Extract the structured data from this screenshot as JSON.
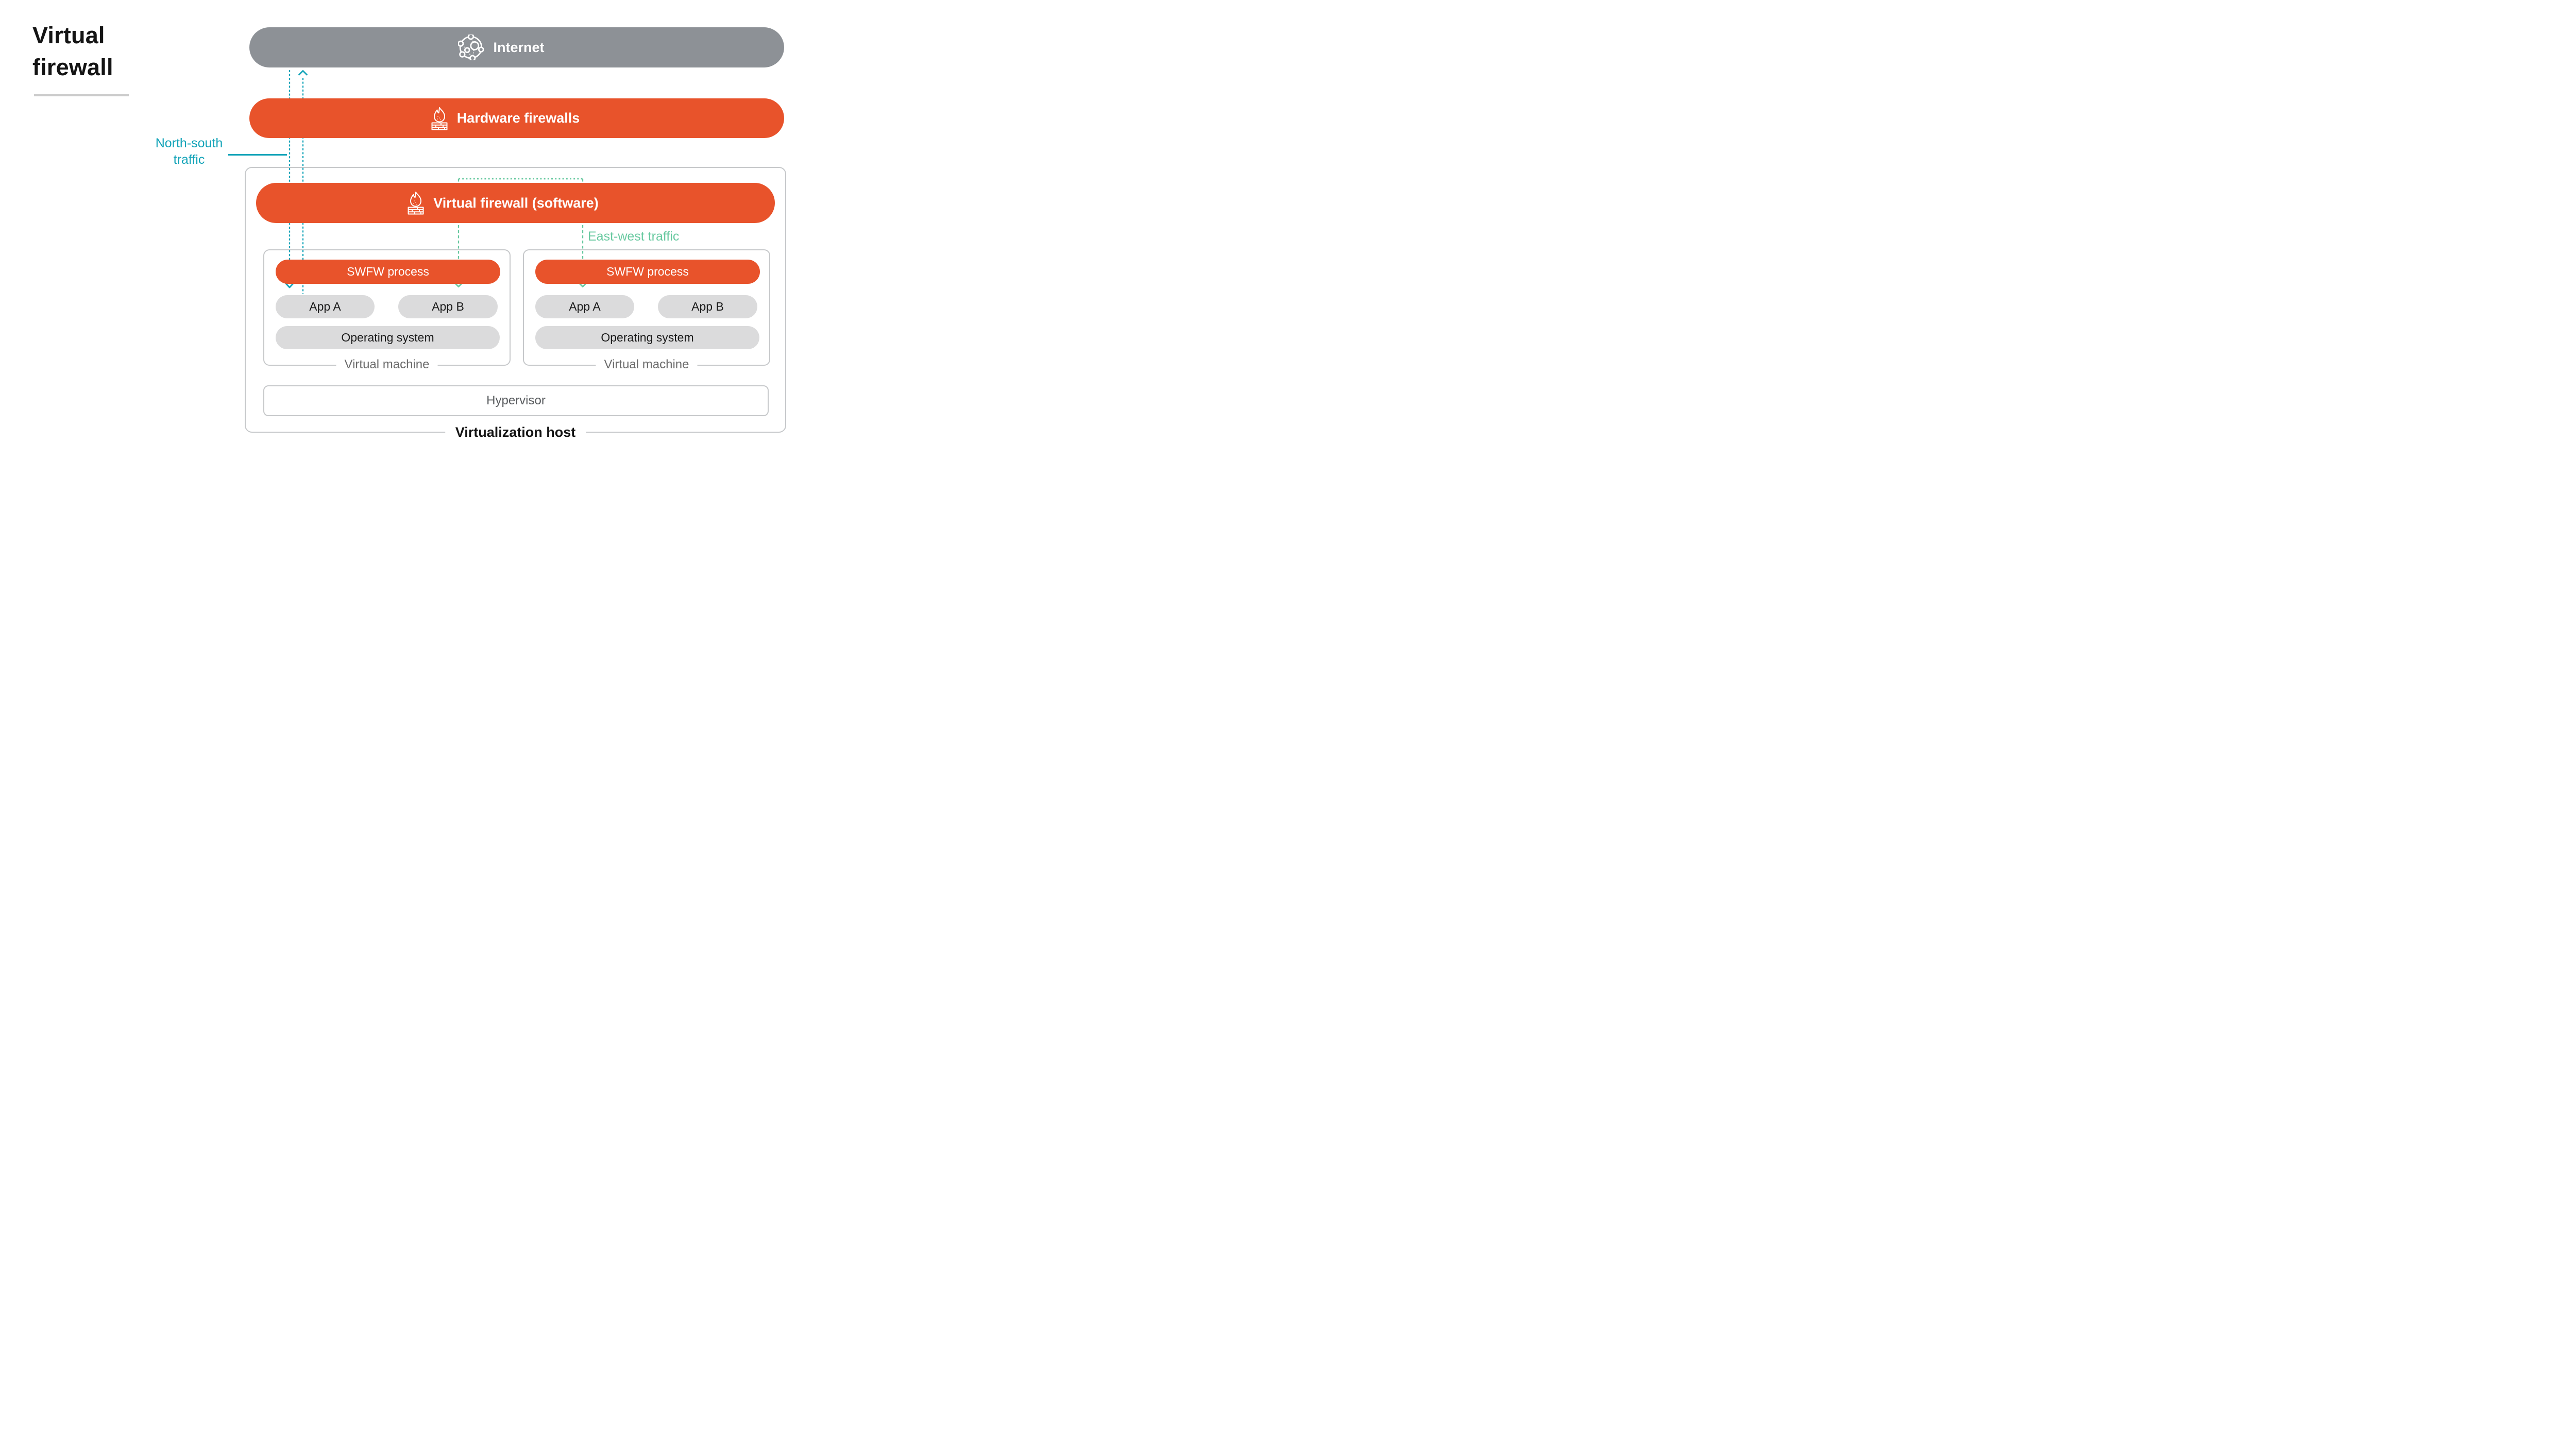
{
  "page_title": "Virtual firewall",
  "header": {
    "title_line1": "Virtual",
    "title_line2": "firewall"
  },
  "colors": {
    "orange": "#E8532B",
    "internet_gray": "#8D9196",
    "pill_gray": "#DBDBDC",
    "box_border_gray": "#C6C8CA",
    "north_south_teal": "#12A3B8",
    "east_west_mint": "#68C9A0"
  },
  "nodes": {
    "internet": {
      "label": "Internet",
      "icon": "network-globe-icon"
    },
    "hardware_firewalls": {
      "label": "Hardware firewalls",
      "icon": "firewall-icon"
    },
    "virtual_firewall": {
      "label": "Virtual firewall (software)",
      "icon": "firewall-icon"
    }
  },
  "traffic": {
    "north_south": {
      "label_line1": "North-south",
      "label_line2": "traffic"
    },
    "east_west": {
      "label": "East-west traffic"
    }
  },
  "host": {
    "label": "Virtualization host",
    "hypervisor": {
      "label": "Hypervisor"
    },
    "vms": [
      {
        "label": "Virtual machine",
        "swfw_label": "SWFW process",
        "apps": [
          "App A",
          "App B"
        ],
        "os_label": "Operating system"
      },
      {
        "label": "Virtual machine",
        "swfw_label": "SWFW process",
        "apps": [
          "App A",
          "App B"
        ],
        "os_label": "Operating system"
      }
    ]
  }
}
